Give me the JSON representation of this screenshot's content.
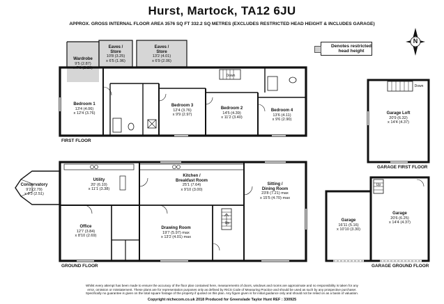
{
  "header": {
    "title": "Hurst, Martock, TA12 6JU",
    "subtitle": "APPROX. GROSS INTERNAL FLOOR AREA 3576 SQ FT 332.2 SQ METRES (EXCLUDES RESTRICTED HEAD HEIGHT & INCLUDES GARAGE)"
  },
  "legend": {
    "text_line1": "Denotes restricted",
    "text_line2": "head height"
  },
  "compass": {
    "letter": "N"
  },
  "floors": {
    "first": "FIRST FLOOR",
    "ground": "GROUND FLOOR",
    "garage_first": "GARAGE FIRST FLOOR",
    "garage_ground": "GARAGE GROUND FLOOR"
  },
  "rooms": {
    "wardrobe": {
      "name": "Wardrobe",
      "dim1": "9'5 (2.87)",
      "dim2": "x 7'6 (2.29)"
    },
    "eaves1": {
      "name": "Eaves /",
      "name2": "Store",
      "dim1": "10'8 (3.25)",
      "dim2": "x 6'5 (1.96)"
    },
    "eaves2": {
      "name": "Eaves /",
      "name2": "Store",
      "dim1": "13'2 (4.01)",
      "dim2": "x 6'9 (2.06)"
    },
    "bedroom1": {
      "name": "Bedroom 1",
      "dim1": "13'4 (4.06)",
      "dim2": "x 12'4 (3.76)"
    },
    "bedroom3": {
      "name": "Bedroom 3",
      "dim1": "12'4 (3.76)",
      "dim2": "x 9'9 (2.97)"
    },
    "bedroom2": {
      "name": "Bedroom 2",
      "dim1": "14'5 (4.39)",
      "dim2": "x 11'2 (3.40)"
    },
    "bedroom4": {
      "name": "Bedroom 4",
      "dim1": "13'6 (4.11)",
      "dim2": "x 9'6 (2.90)"
    },
    "garage_loft": {
      "name": "Garage Loft",
      "dim1": "20'9 (6.32)",
      "dim2": "x 14'4 (4.37)"
    },
    "conservatory": {
      "name": "Conservatory",
      "dim1": "9'2 (2.79)",
      "dim2": "x 8'3 (2.51)"
    },
    "utility": {
      "name": "Utility",
      "dim1": "20' (6.10)",
      "dim2": "x 11'1 (3.38)"
    },
    "kitchen": {
      "name": "Kitchen /",
      "name2": "Breakfast Room",
      "dim1": "25'1 (7.64)",
      "dim2": "x 9'10 (3.00)"
    },
    "sitting": {
      "name": "Sitting /",
      "name2": "Dining Room",
      "dim1": "23'8 (7.21) max",
      "dim2": "x 15'5 (4.70) max"
    },
    "office": {
      "name": "Office",
      "dim1": "12'7 (3.84)",
      "dim2": "x 8'10 (2.69)"
    },
    "drawing": {
      "name": "Drawing Room",
      "dim1": "19'7 (5.97) max",
      "dim2": "x 13'2 (4.01) max"
    },
    "garage1": {
      "name": "Garage",
      "dim1": "16'11 (5.16)",
      "dim2": "x 10'10 (3.30)"
    },
    "garage2": {
      "name": "Garage",
      "dim1": "20'6 (6.25)",
      "dim2": "x 14'4 (4.37)"
    }
  },
  "stairs": {
    "down1": "Down",
    "down2": "Down",
    "up1": "Up",
    "up2": "Up"
  },
  "footer": {
    "disclaimer_1": "Whilst every attempt has been made to ensure the accuracy of the floor plan contained here, measurements of doors, windows and rooms are approximate and no responsibility is taken for any",
    "disclaimer_2": "error, omission or misstatement. These plans are for representation purposes only as defined by RICS Code of Measuring Practice and should be used as such by any prospective purchaser.",
    "disclaimer_3": "Specifically no guarantee is given on the total square footage of the property if quoted on this plan. Any figure given is for initial guidance only and should not be relied on as a basis of valuation.",
    "copyright": "Copyright nichecom.co.uk 2018   Produced for Greenslade Taylor Hunt   REF : 330925"
  }
}
